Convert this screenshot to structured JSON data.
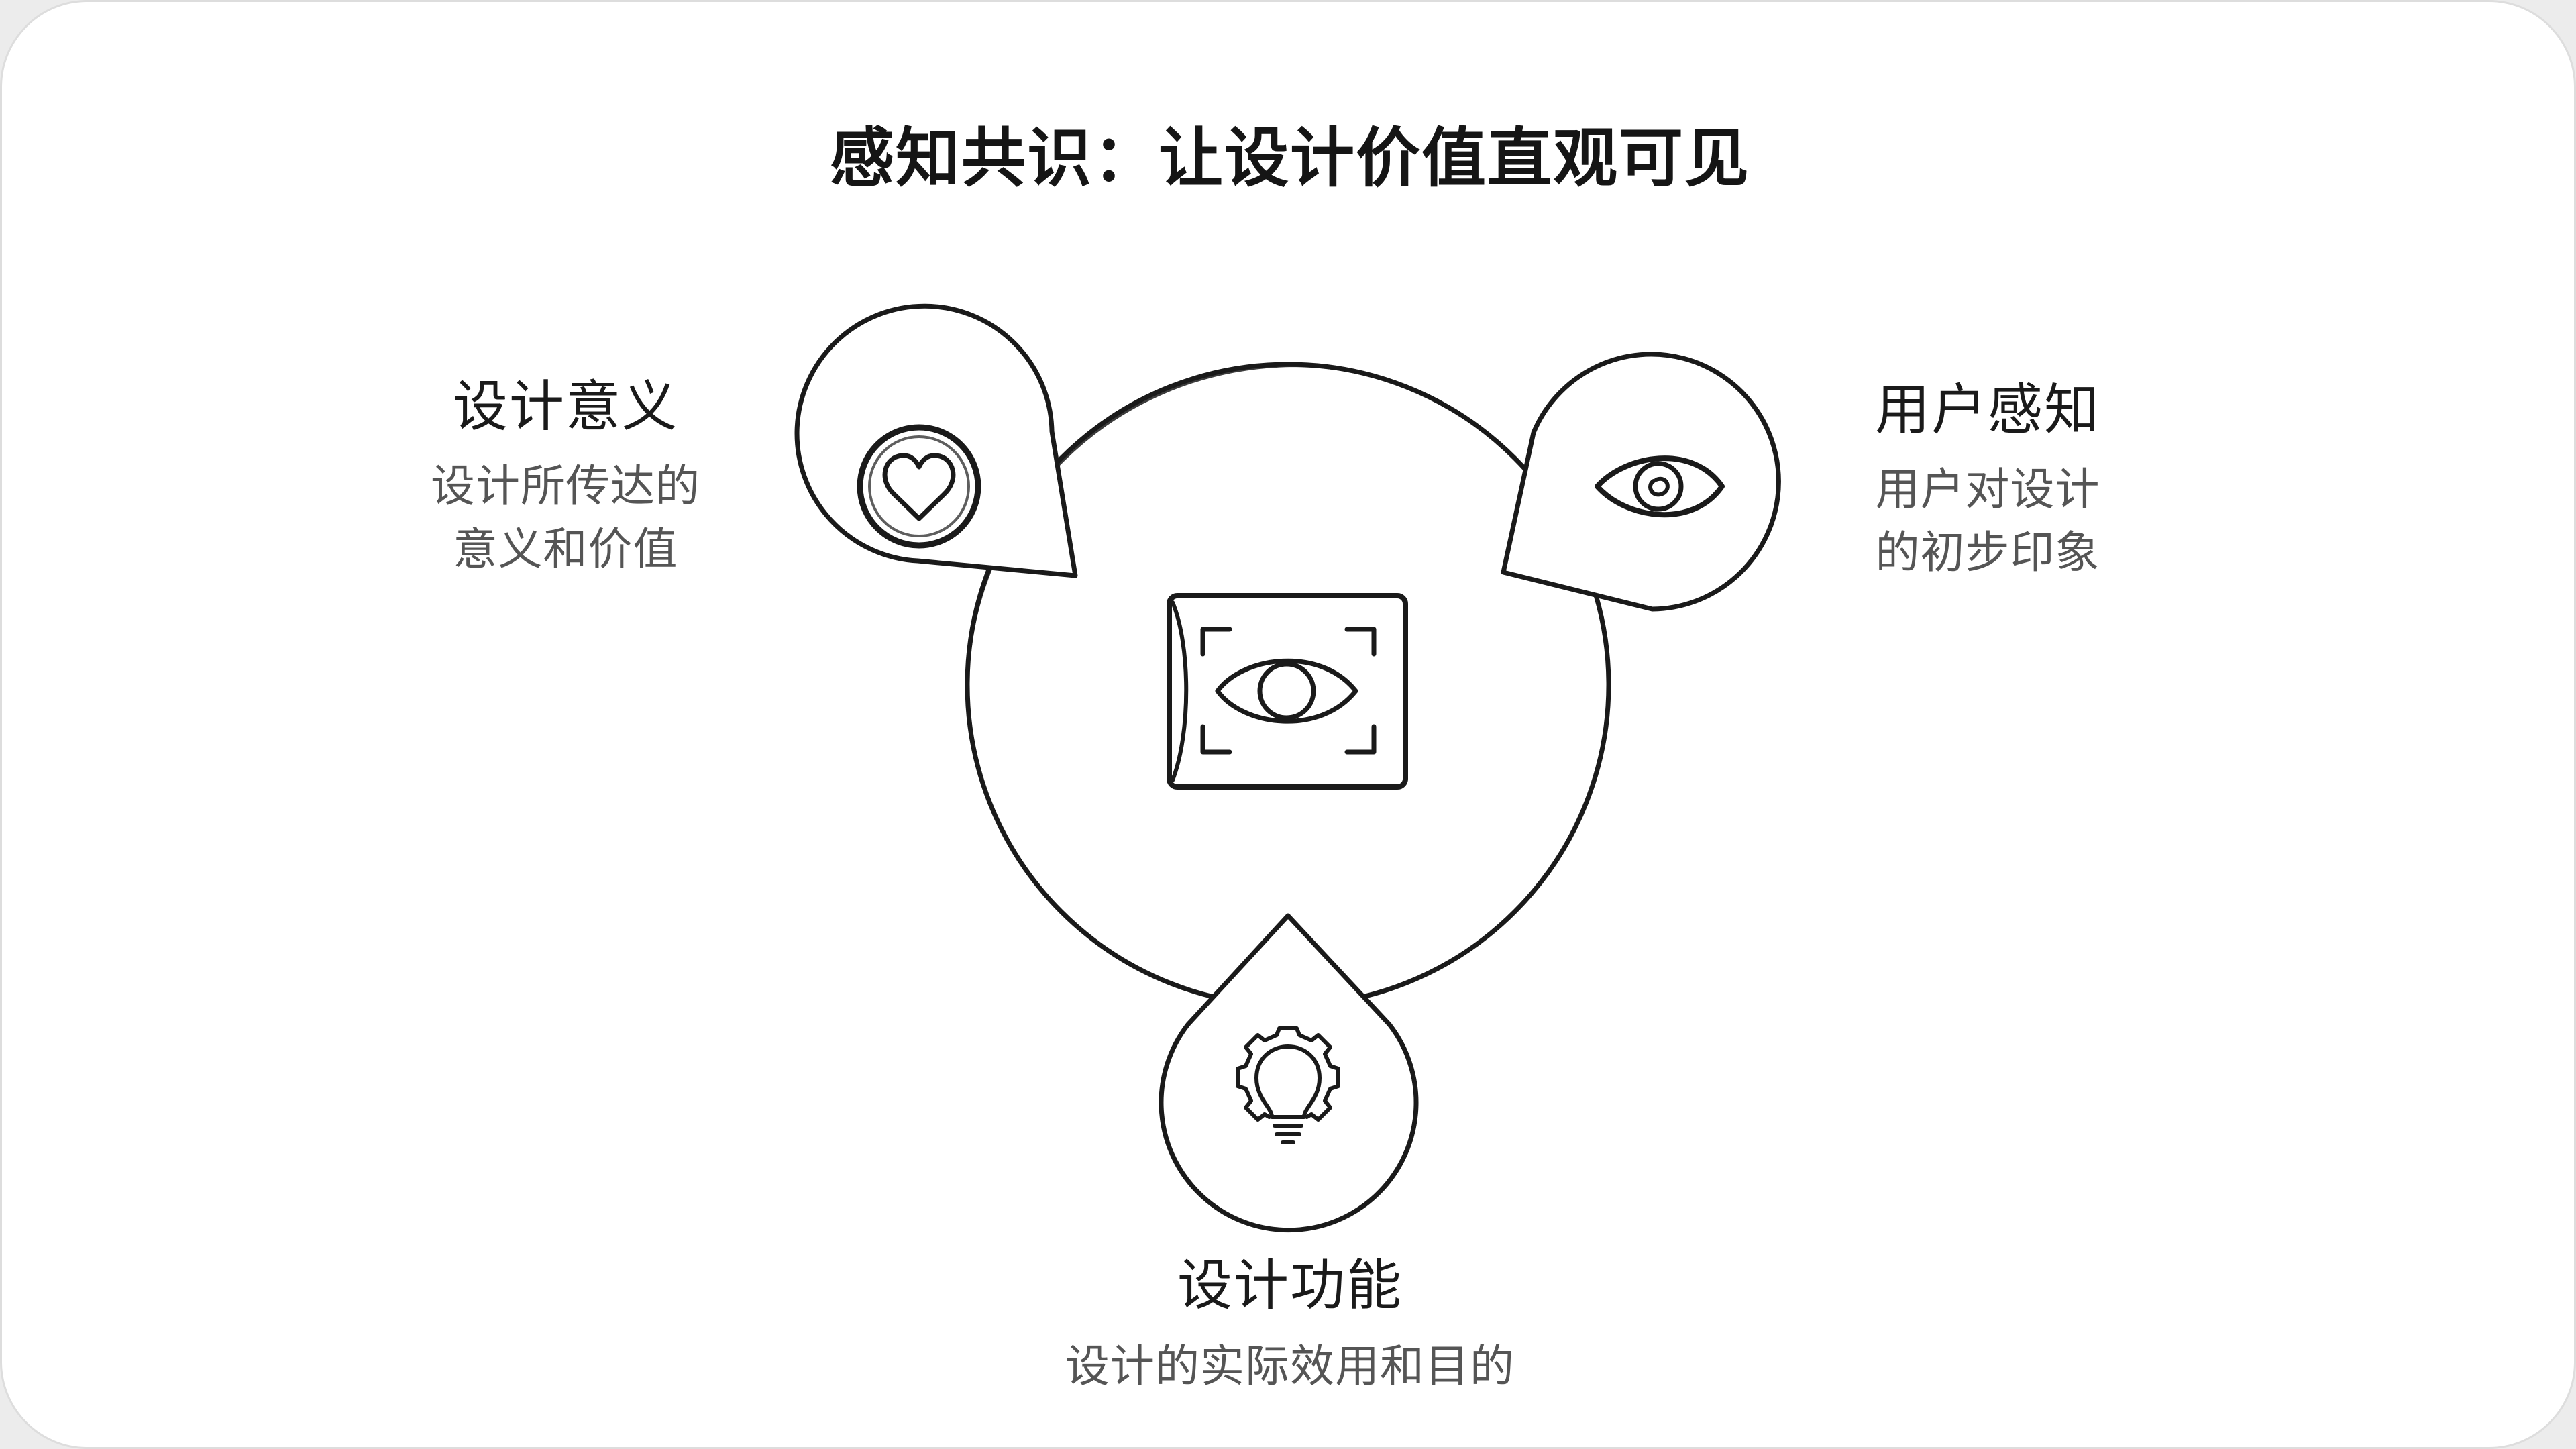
{
  "title": "感知共识：让设计价值直观可见",
  "nodes": {
    "left": {
      "heading": "设计意义",
      "description_line1": "设计所传达的",
      "description_line2": "意义和价值",
      "icon": "heart-icon"
    },
    "right": {
      "heading": "用户感知",
      "description_line1": "用户对设计",
      "description_line2": "的初步印象",
      "icon": "eye-icon"
    },
    "bottom": {
      "heading": "设计功能",
      "description_line1": "设计的实际效用和目的",
      "icon": "lightbulb-gear-icon"
    }
  },
  "center": {
    "icon": "eye-scan-frame-icon"
  },
  "colors": {
    "stroke": "#1a1a1a",
    "background": "#ffffff",
    "text_primary": "#1a1a1a",
    "text_secondary": "#555555"
  }
}
